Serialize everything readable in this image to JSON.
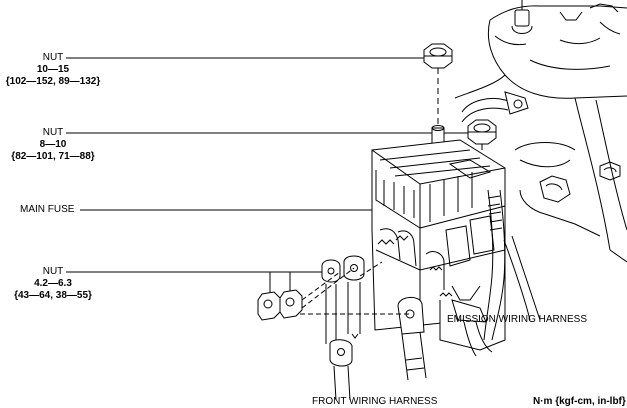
{
  "callouts": [
    {
      "title": "NUT",
      "torque_nm": "10—15",
      "torque_alt": "{102—152, 89—132}"
    },
    {
      "title": "NUT",
      "torque_nm": "8—10",
      "torque_alt": "{82—101, 71—88}"
    },
    {
      "title": "MAIN FUSE"
    },
    {
      "title": "NUT",
      "torque_nm": "4.2—6.3",
      "torque_alt": "{43—64, 38—55}"
    }
  ],
  "labels": {
    "emission_harness": "EMISSION WIRING HARNESS",
    "front_harness": "FRONT WIRING HARNESS",
    "units": "N·m {kgf-cm, in-lbf}"
  }
}
